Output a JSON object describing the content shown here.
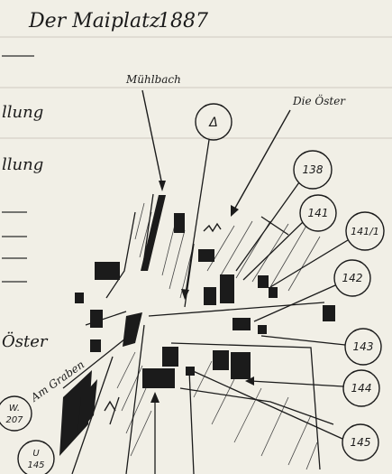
{
  "title": "Der Maiplatz",
  "year": "1887",
  "margin_fragments": [
    "llung",
    "llung",
    "Öster"
  ],
  "labels": {
    "muehlbach": "Mühlbach",
    "die_oster": "Die Öster",
    "am_graben": "Am Graben"
  },
  "markers": {
    "triangle": "Δ",
    "m138": "138",
    "m141": "141",
    "m141_1": "141/1",
    "m142": "142",
    "m143": "143",
    "m144": "144",
    "m145": "145",
    "w207_top": "W.",
    "w207_bottom": "207",
    "u145_top": "U",
    "u145_bottom": "145"
  },
  "colors": {
    "paper": "#f1efe6",
    "ink": "#1b1b1b"
  }
}
